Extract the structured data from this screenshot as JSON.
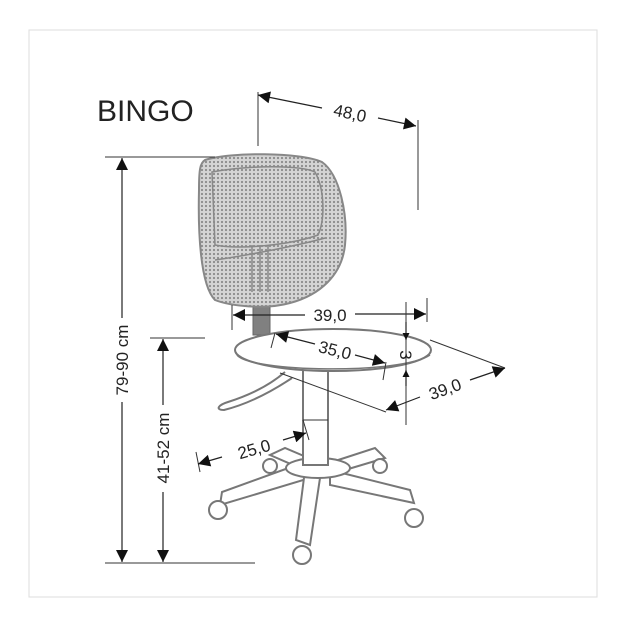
{
  "title": "BINGO",
  "dimensions": {
    "depth_total": "48,0",
    "height_total": "79-90 cm",
    "seat_height": "41-52 cm",
    "seat_width": "39,0",
    "seat_depth_inner": "35,0",
    "seat_thickness": "3",
    "seat_depth": "39,0",
    "base_radius": "25,0"
  },
  "colors": {
    "line": "#222222",
    "chair": "#777777",
    "mesh": "#bdbdbd",
    "post": "#808080"
  }
}
